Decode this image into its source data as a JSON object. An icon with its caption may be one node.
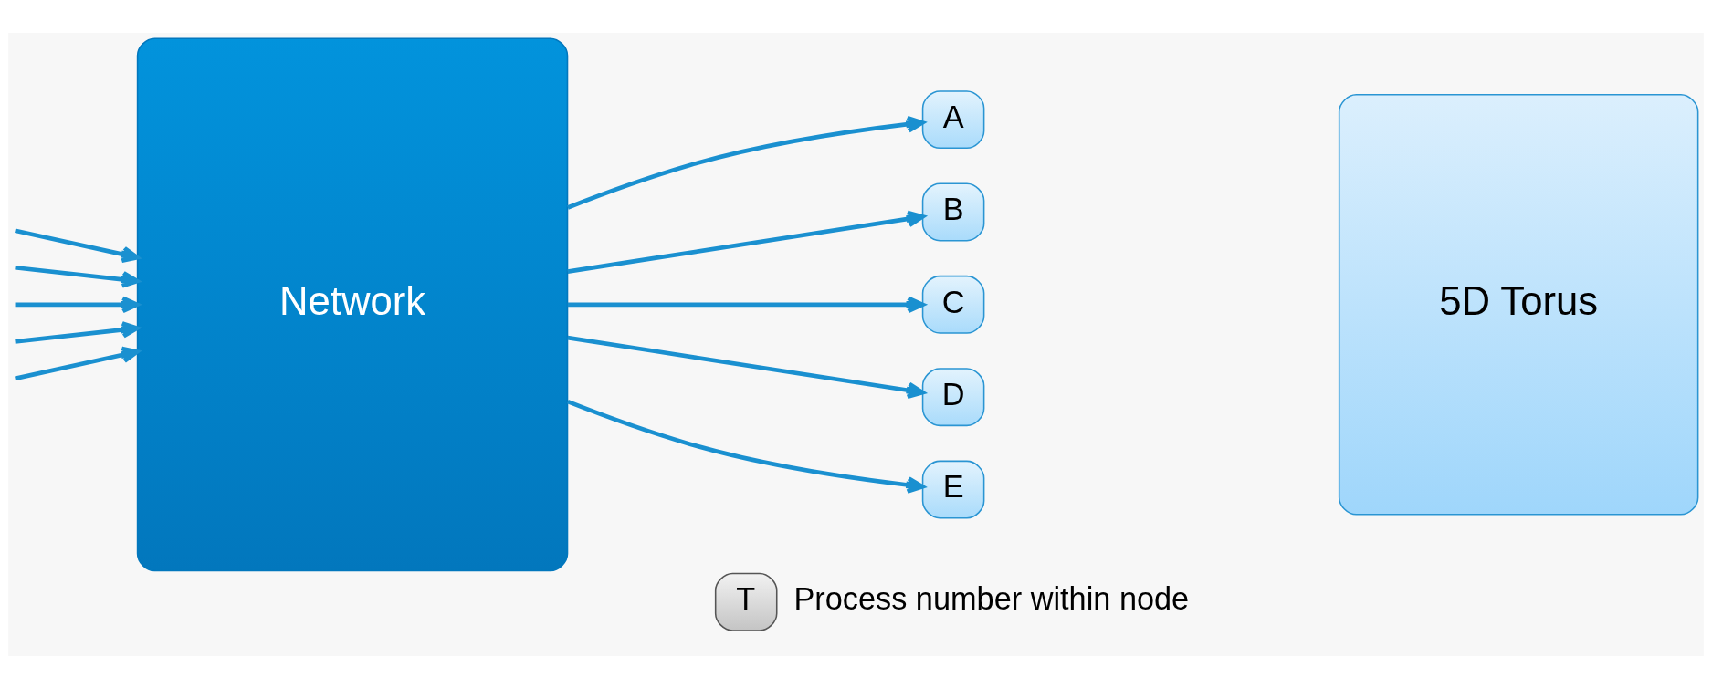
{
  "diagram": {
    "nodes": [
      {
        "text": [
          "Network"
        ]
      },
      {
        "text": [
          "A"
        ]
      },
      {
        "text": [
          "B"
        ]
      },
      {
        "text": [
          "C"
        ]
      },
      {
        "text": [
          "D"
        ]
      },
      {
        "text": [
          "E"
        ]
      },
      {
        "text": [
          "5D Torus"
        ]
      },
      {
        "text": [
          "T"
        ],
        "beside": [
          "Process number within node"
        ]
      }
    ],
    "edges": [
      {
        "from": null,
        "to": 0,
        "arrow": "to"
      },
      {
        "from": null,
        "to": 0,
        "arrow": "to"
      },
      {
        "from": null,
        "to": 0,
        "arrow": "to"
      },
      {
        "from": null,
        "to": 0,
        "arrow": "to"
      },
      {
        "from": null,
        "to": 0,
        "arrow": "to"
      },
      {
        "from": 0,
        "to": 1,
        "arrow": "to"
      },
      {
        "from": 0,
        "to": 2,
        "arrow": "to"
      },
      {
        "from": 0,
        "to": 3,
        "arrow": "to"
      },
      {
        "from": 0,
        "to": 4,
        "arrow": "to"
      },
      {
        "from": 0,
        "to": 5,
        "arrow": "to"
      }
    ]
  }
}
